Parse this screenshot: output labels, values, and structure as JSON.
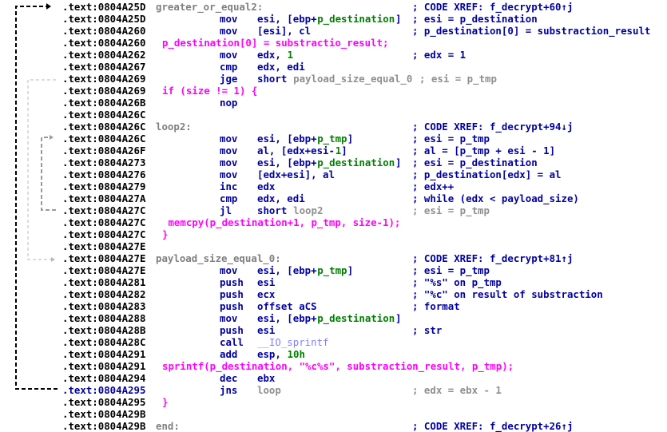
{
  "lines": [
    {
      "addr": ".text:0804A25D",
      "label": "greater_or_equal2:",
      "xref": "; CODE XREF: f_decrypt+60↑j"
    },
    {
      "addr": ".text:0804A25D",
      "mn": "mov",
      "ops": [
        {
          "t": "esi, [ebp+"
        },
        {
          "t": "p_destination",
          "c": "green"
        },
        {
          "t": "]"
        }
      ],
      "cmt": "; esi = p_destination"
    },
    {
      "addr": ".text:0804A260",
      "mn": "mov",
      "ops": [
        {
          "t": "[esi], cl"
        }
      ],
      "cmt": "; p_destination[0] = substraction_result"
    },
    {
      "addr": ".text:0804A260",
      "pseudo": "p_destination[0] = substractio_result;"
    },
    {
      "addr": ".text:0804A262",
      "mn": "mov",
      "ops": [
        {
          "t": "edx, "
        },
        {
          "t": "1",
          "c": "green"
        }
      ],
      "cmt": "; edx = 1"
    },
    {
      "addr": ".text:0804A267",
      "mn": "cmp",
      "ops": [
        {
          "t": "edx, edi"
        }
      ]
    },
    {
      "addr": ".text:0804A269",
      "mn": "jge",
      "ops": [
        {
          "t": "short "
        },
        {
          "t": "payload_size_equal_0",
          "c": "grey"
        },
        {
          "t": " ; esi = p_tmp",
          "c": "grey"
        }
      ]
    },
    {
      "addr": ".text:0804A269",
      "pseudo": "if (size != 1) {"
    },
    {
      "addr": ".text:0804A26B",
      "mn": "nop"
    },
    {
      "addr": ".text:0804A26C"
    },
    {
      "addr": ".text:0804A26C",
      "label": "loop2:",
      "xref": "; CODE XREF: f_decrypt+94↓j"
    },
    {
      "addr": ".text:0804A26C",
      "mn": "mov",
      "ops": [
        {
          "t": "esi, [ebp+"
        },
        {
          "t": "p_tmp",
          "c": "green"
        },
        {
          "t": "]"
        }
      ],
      "cmt": "; esi = p_tmp"
    },
    {
      "addr": ".text:0804A26F",
      "mn": "mov",
      "ops": [
        {
          "t": "al, [edx+esi-"
        },
        {
          "t": "1",
          "c": "green"
        },
        {
          "t": "]"
        }
      ],
      "cmt": "; al = [p_tmp + esi - 1]"
    },
    {
      "addr": ".text:0804A273",
      "mn": "mov",
      "ops": [
        {
          "t": "esi, [ebp+"
        },
        {
          "t": "p_destination",
          "c": "green"
        },
        {
          "t": "]"
        }
      ],
      "cmt": "; esi = p_destination"
    },
    {
      "addr": ".text:0804A276",
      "mn": "mov",
      "ops": [
        {
          "t": "[edx+esi], al"
        }
      ],
      "cmt": "; p_destination[edx] = al"
    },
    {
      "addr": ".text:0804A279",
      "mn": "inc",
      "ops": [
        {
          "t": "edx"
        }
      ],
      "cmt": "; edx++"
    },
    {
      "addr": ".text:0804A27A",
      "mn": "cmp",
      "ops": [
        {
          "t": "edx, edi"
        }
      ],
      "cmt": "; while (edx < payload_size)"
    },
    {
      "addr": ".text:0804A27C",
      "mn": "jl",
      "ops": [
        {
          "t": "short "
        },
        {
          "t": "loop2",
          "c": "grey"
        }
      ],
      "cmt": "; esi = p_tmp",
      "cmtc": "grey"
    },
    {
      "addr": ".text:0804A27C",
      "pseudo": " memcpy(p_destination+1, p_tmp, size-1);"
    },
    {
      "addr": ".text:0804A27C",
      "pseudo": "}"
    },
    {
      "addr": ".text:0804A27E"
    },
    {
      "addr": ".text:0804A27E",
      "label": "payload_size_equal_0:",
      "xref": "; CODE XREF: f_decrypt+81↑j"
    },
    {
      "addr": ".text:0804A27E",
      "mn": "mov",
      "ops": [
        {
          "t": "esi, [ebp+"
        },
        {
          "t": "p_tmp",
          "c": "green"
        },
        {
          "t": "]"
        }
      ],
      "cmt": "; esi = p_tmp"
    },
    {
      "addr": ".text:0804A281",
      "mn": "push",
      "ops": [
        {
          "t": "esi"
        }
      ],
      "cmt": "; \"%s\" on p_tmp"
    },
    {
      "addr": ".text:0804A282",
      "mn": "push",
      "ops": [
        {
          "t": "ecx"
        }
      ],
      "cmt": "; \"%c\" on result of substraction"
    },
    {
      "addr": ".text:0804A283",
      "mn": "push",
      "ops": [
        {
          "t": "offset aCS"
        }
      ],
      "cmt": "; format"
    },
    {
      "addr": ".text:0804A288",
      "mn": "mov",
      "ops": [
        {
          "t": "esi, [ebp+"
        },
        {
          "t": "p_destination",
          "c": "green"
        },
        {
          "t": "]"
        }
      ]
    },
    {
      "addr": ".text:0804A28B",
      "mn": "push",
      "ops": [
        {
          "t": "esi"
        }
      ],
      "cmt": "; str"
    },
    {
      "addr": ".text:0804A28C",
      "mn": "call",
      "ops": [
        {
          "t": "__IO_sprintf",
          "c": "purp"
        }
      ]
    },
    {
      "addr": ".text:0804A291",
      "mn": "add",
      "ops": [
        {
          "t": "esp, "
        },
        {
          "t": "10h",
          "c": "green"
        }
      ]
    },
    {
      "addr": ".text:0804A291",
      "pseudo": "sprintf(p_destination, \"%c%s\", substraction_result, p_tmp);"
    },
    {
      "addr": ".text:0804A294",
      "mn": "dec",
      "ops": [
        {
          "t": "ebx"
        }
      ]
    },
    {
      "addr": ".text:0804A295",
      "mn": "jns",
      "ops": [
        {
          "t": "loop",
          "c": "grey"
        }
      ],
      "cmt": "; edx = ebx - 1",
      "cmtc": "grey",
      "sel": true
    },
    {
      "addr": ".text:0804A295",
      "pseudo": "}"
    },
    {
      "addr": ".text:0804A29B"
    },
    {
      "addr": ".text:0804A29B",
      "label": "end:",
      "xref": "; CODE XREF: f_decrypt+26↑j"
    }
  ]
}
